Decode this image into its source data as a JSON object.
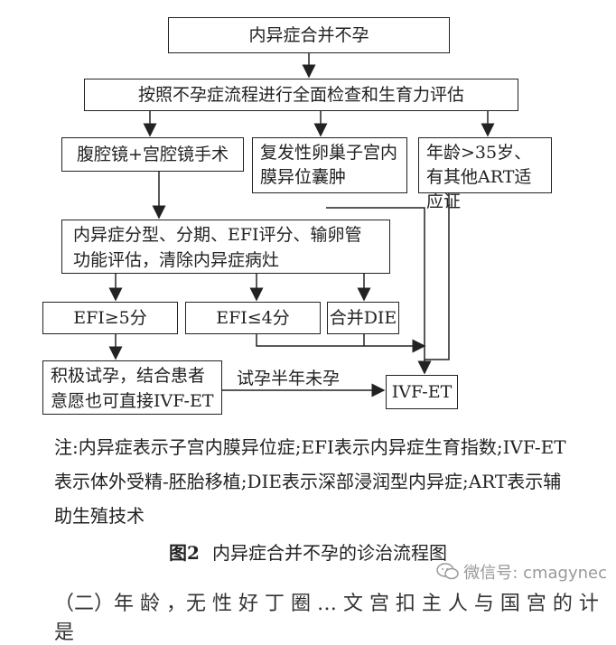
{
  "diagram": {
    "nodes": {
      "top": "内异症合并不孕",
      "eval": "按照不孕症流程进行全面检查和生育力评估",
      "surgery": "腹腔镜+宫腔镜手术",
      "recurrent": "复发性卵巢子宫内膜异位囊肿",
      "age": "年龄>35岁、有其他ART适应证",
      "classify": "内异症分型、分期、EFI评分、输卵管功能评估，清除内异症病灶",
      "efi_high": "EFI≥5分",
      "efi_low": "EFI≤4分",
      "die": "合并DIE",
      "try": "积极试孕，结合患者意愿也可直接IVF-ET",
      "ivf": "IVF-ET"
    },
    "edge_label": "试孕半年未孕"
  },
  "note": "注:内异症表示子宫内膜异位症;EFI表示内异症生育指数;IVF-ET表示体外受精-胚胎移植;DIE表示深部浸润型内异症;ART表示辅助生殖技术",
  "caption": {
    "number": "图2",
    "title": "内异症合并不孕的诊治流程图"
  },
  "watermark": "微信号: cmagynec",
  "watermark_icon": "wechat-icon",
  "cutoff_text": "（二）年 龄 ，无 性 好 丁 圈 … 文 宫 扣 主 人 与 国 宫 的 计 是"
}
